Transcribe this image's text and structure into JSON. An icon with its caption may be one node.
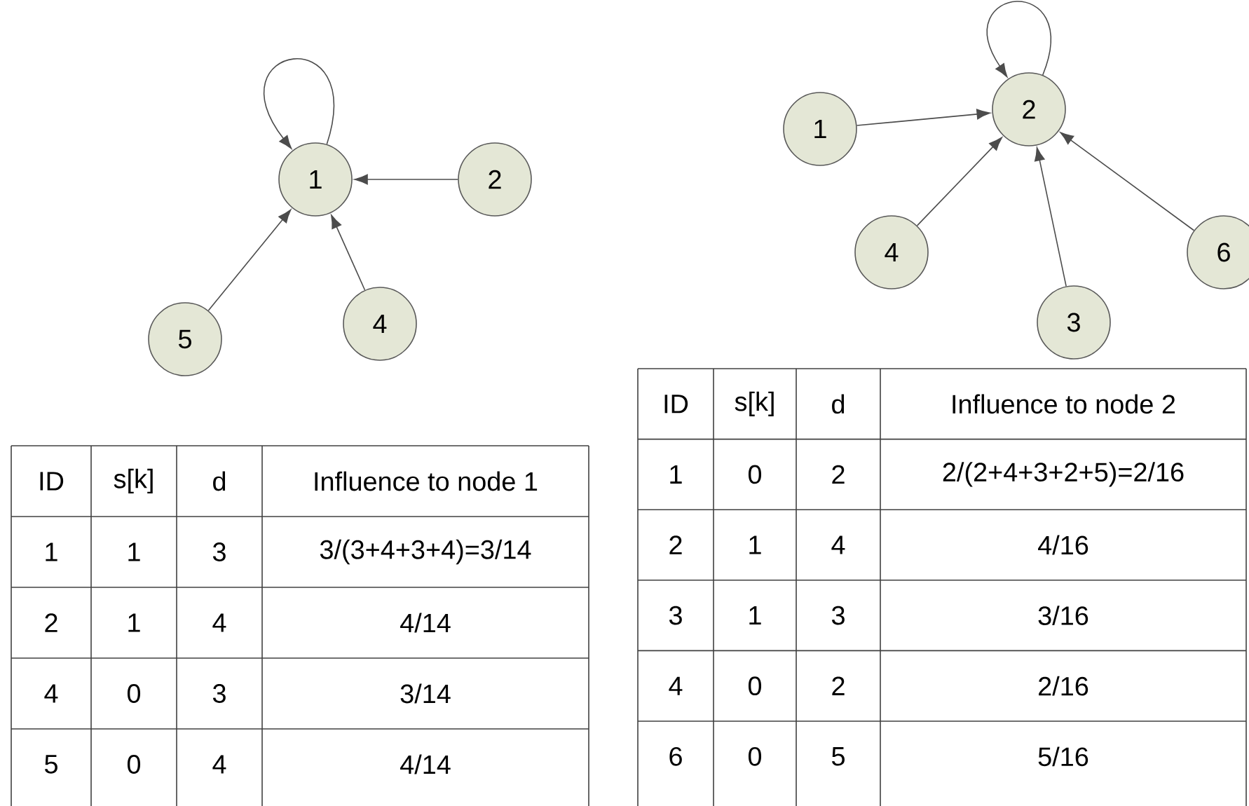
{
  "diagram": {
    "nodes": [
      {
        "text": [
          "1"
        ]
      },
      {
        "text": [
          "2"
        ]
      },
      {
        "text": [
          "4"
        ]
      },
      {
        "text": [
          "5"
        ]
      },
      {
        "text": [
          "2"
        ]
      },
      {
        "text": [
          "1"
        ]
      },
      {
        "text": [
          "4"
        ]
      },
      {
        "text": [
          "6"
        ]
      },
      {
        "text": [
          "3"
        ]
      }
    ],
    "edges": [
      {
        "from": 0,
        "to": 0,
        "arrow": "to"
      },
      {
        "from": 1,
        "to": 0,
        "arrow": "to"
      },
      {
        "from": 3,
        "to": 0,
        "arrow": "to"
      },
      {
        "from": 2,
        "to": 0,
        "arrow": "to"
      },
      {
        "from": 4,
        "to": 4,
        "arrow": "to"
      },
      {
        "from": 5,
        "to": 4,
        "arrow": "to"
      },
      {
        "from": 6,
        "to": 4,
        "arrow": "to"
      },
      {
        "from": 8,
        "to": 4,
        "arrow": "to"
      },
      {
        "from": 7,
        "to": 4,
        "arrow": "to"
      }
    ],
    "labels": [
      "ID",
      "s[k]",
      "d",
      "Influence to node 1",
      "1",
      "1",
      "3",
      "3/(3+4+3+4)=3/14",
      "2",
      "1",
      "4",
      "4/14",
      "4",
      "0",
      "3",
      "3/14",
      "5",
      "0",
      "4",
      "4/14",
      "ID",
      "s[k]",
      "d",
      "Influence to node 2",
      "1",
      "0",
      "2",
      "2/(2+4+3+2+5)=2/16",
      "2",
      "1",
      "4",
      "4/16",
      "3",
      "1",
      "3",
      "3/16",
      "4",
      "0",
      "2",
      "2/16",
      "6",
      "0",
      "5",
      "5/16"
    ]
  }
}
